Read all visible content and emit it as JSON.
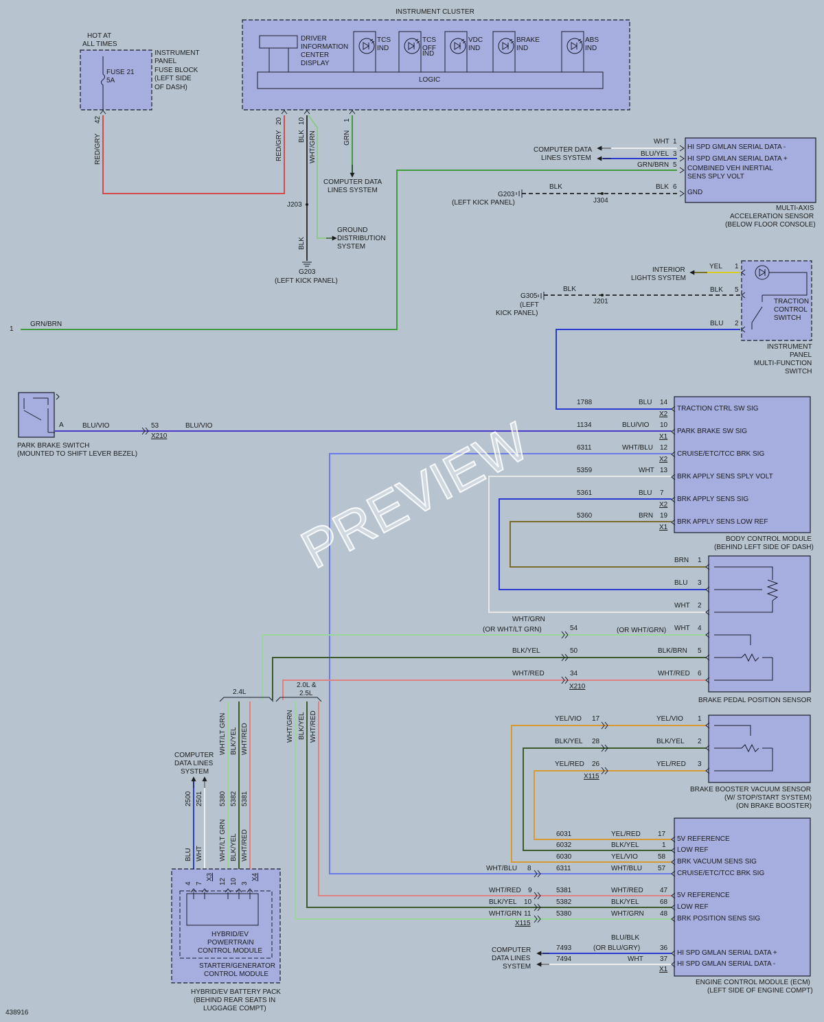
{
  "figure_id": "438916",
  "watermark": "PREVIEW",
  "colors": {
    "background": "#b7c4cf",
    "component_fill": "#a6aee0",
    "red_gry": "#d24a4a",
    "green": "#3f9a3a",
    "blue": "#2a3ad0",
    "blu_vio": "#4a3acc",
    "yellow": "#d8cc22",
    "brown": "#7a6a2a",
    "orange": "#d89a30",
    "white": "#f4f4f4",
    "black": "#2a2a2a",
    "light_green": "#8ec88a",
    "pink": "#e08080"
  },
  "fuse_block": {
    "hot_line1": "HOT AT",
    "hot_line2": "ALL TIMES",
    "fuse_label": "FUSE 21",
    "fuse_amp": "5A",
    "name_lines": [
      "INSTRUMENT",
      "PANEL",
      "FUSE BLOCK",
      "(LEFT SIDE",
      "OF DASH)"
    ],
    "pin": "42",
    "wire": "RED/GRY"
  },
  "instrument_cluster": {
    "title": "INSTRUMENT CLUSTER",
    "dic_lines": [
      "DRIVER",
      "INFORMATION",
      "CENTER",
      "DISPLAY"
    ],
    "indicators": [
      {
        "l1": "TCS",
        "l2": "IND",
        "l3": ""
      },
      {
        "l1": "TCS",
        "l2": "OFF",
        "l3": "IND"
      },
      {
        "l1": "VDC",
        "l2": "IND",
        "l3": ""
      },
      {
        "l1": "BRAKE",
        "l2": "IND",
        "l3": ""
      },
      {
        "l1": "ABS",
        "l2": "IND",
        "l3": ""
      }
    ],
    "logic": "LOGIC",
    "pins": [
      {
        "pin": "20",
        "wire": "RED/GRY"
      },
      {
        "pin": "10",
        "wire": "BLK",
        "wire2": "WHT/GRN"
      },
      {
        "pin": "1",
        "wire": "GRN"
      }
    ]
  },
  "cluster_refs": {
    "cdl_line1": "COMPUTER DATA",
    "cdl_line2": "LINES SYSTEM",
    "splice_j203": "J203",
    "gds_lines": [
      "GROUND",
      "DISTRIBUTION",
      "SYSTEM"
    ],
    "ground_wire": "BLK",
    "ground_name": "G203",
    "ground_loc": "(LEFT KICK PANEL)"
  },
  "mas": {
    "cdl_line1": "COMPUTER DATA",
    "cdl_line2": "LINES SYSTEM",
    "pins": [
      {
        "wire": "WHT",
        "pin": "1",
        "label": "HI SPD GMLAN SERIAL DATA -"
      },
      {
        "wire": "BLU/YEL",
        "pin": "3",
        "label": "HI SPD GMLAN SERIAL DATA +"
      },
      {
        "wire": "GRN/BRN",
        "pin": "5",
        "label": "COMBINED VEH INERTIAL"
      },
      {
        "wire": "BLK",
        "pin": "6",
        "label": "GND"
      }
    ],
    "label_cont": "SENS SPLY VOLT",
    "ground": "G203",
    "ground_loc": "(LEFT KICK PANEL)",
    "ground_wire": "BLK",
    "splice": "J304",
    "name_lines": [
      "MULTI-AXIS",
      "ACCELERATION SENSOR",
      "(BELOW FLOOR CONSOLE)"
    ]
  },
  "offpage": {
    "num": "1",
    "wire": "GRN/BRN"
  },
  "tcs_switch": {
    "interior_line1": "INTERIOR",
    "interior_line2": "LIGHTS SYSTEM",
    "pins": [
      {
        "wire": "YEL",
        "pin": "1"
      },
      {
        "wire": "BLK",
        "pin": "5"
      },
      {
        "wire": "BLU",
        "pin": "2"
      }
    ],
    "ground": "G305",
    "ground_loc_line1": "(LEFT",
    "ground_loc_line2": "KICK PANEL)",
    "splice": "J201",
    "switch_lines": [
      "TRACTION",
      "CONTROL",
      "SWITCH"
    ],
    "name_lines": [
      "INSTRUMENT",
      "PANEL",
      "MULTI-FUNCTION",
      "SWITCH"
    ]
  },
  "park_brake": {
    "pin": "A",
    "wire": "BLU/VIO",
    "inline": "53",
    "inline_conn": "X210",
    "wire2": "BLU/VIO",
    "name_line1": "PARK BRAKE SWITCH",
    "name_line2": "(MOUNTED TO SHIFT LEVER BEZEL)"
  },
  "bcm": {
    "rows": [
      {
        "circuit": "1788",
        "wire": "BLU",
        "pin": "14",
        "conn": "X2",
        "label": "TRACTION CTRL SW SIG"
      },
      {
        "circuit": "1134",
        "wire": "BLU/VIO",
        "pin": "10",
        "conn": "X1",
        "label": "PARK BRAKE SW SIG"
      },
      {
        "circuit": "6311",
        "wire": "WHT/BLU",
        "pin": "12",
        "conn": "X2",
        "label": "CRUISE/ETC/TCC BRK SIG"
      },
      {
        "circuit": "5359",
        "wire": "WHT",
        "pin": "13",
        "conn": "",
        "label": "BRK APPLY SENS SPLY VOLT"
      },
      {
        "circuit": "5361",
        "wire": "BLU",
        "pin": "7",
        "conn": "X2",
        "label": "BRK APPLY SENS SIG"
      },
      {
        "circuit": "5360",
        "wire": "BRN",
        "pin": "19",
        "conn": "X1",
        "label": "BRK APPLY SENS LOW REF"
      }
    ],
    "name_line1": "BODY CONTROL MODULE",
    "name_line2": "(BEHIND LEFT SIDE OF DASH)"
  },
  "bpps": {
    "rows": [
      {
        "wire": "BRN",
        "pin": "1"
      },
      {
        "wire": "BLU",
        "pin": "3"
      },
      {
        "wire": "WHT",
        "pin": "2"
      },
      {
        "wire": "WHT",
        "wire2": "(OR WHT/GRN)",
        "pin": "4"
      },
      {
        "wire": "BLK/BRN",
        "pin": "5"
      },
      {
        "wire": "WHT/RED",
        "pin": "6"
      }
    ],
    "left": [
      {
        "wire": "WHT/GRN",
        "wire2": "(OR WHT/LT GRN)",
        "inline": "54"
      },
      {
        "wire": "BLK/YEL",
        "inline": "50"
      },
      {
        "wire": "WHT/RED",
        "inline": "34"
      }
    ],
    "inline_conn": "X210",
    "name": "BRAKE PEDAL POSITION SENSOR"
  },
  "engine_split": {
    "left": "2.4L",
    "right_line1": "2.0L &",
    "right_line2": "2.5L",
    "left_wires": [
      "WHT/LT GRN",
      "BLK/YEL",
      "WHT/RED"
    ],
    "right_wires": [
      "WHT/GRN",
      "BLK/YEL",
      "WHT/RED"
    ]
  },
  "bbvs": {
    "rows": [
      {
        "wire": "YEL/VIO",
        "inline": "17",
        "wire_r": "YEL/VIO",
        "pin": "1"
      },
      {
        "wire": "BLK/YEL",
        "inline": "28",
        "wire_r": "BLK/YEL",
        "pin": "2"
      },
      {
        "wire": "YEL/RED",
        "inline": "26",
        "wire_r": "YEL/RED",
        "pin": "3"
      }
    ],
    "inline_conn": "X115",
    "name_lines": [
      "BRAKE BOOSTER VACUUM SENSOR",
      "(W/ STOP/START SYSTEM)",
      "(ON BRAKE BOOSTER)"
    ]
  },
  "ecm": {
    "rows_top": [
      {
        "circuit": "6031",
        "wire": "YEL/RED",
        "pin": "17",
        "label": "5V REFERENCE"
      },
      {
        "circuit": "6032",
        "wire": "BLK/YEL",
        "pin": "1",
        "label": "LOW REF"
      },
      {
        "circuit": "6030",
        "wire": "YEL/VIO",
        "pin": "58",
        "label": "BRK VACUUM SENS SIG"
      },
      {
        "circuit": "6311",
        "wire": "WHT/BLU",
        "pin": "57",
        "label": "CRUISE/ETC/TCC BRK SIG",
        "wire_l": "WHT/BLU",
        "inline": "8"
      }
    ],
    "rows_mid": [
      {
        "wire_l": "WHT/RED",
        "inline": "9",
        "circuit": "5381",
        "wire": "WHT/RED",
        "pin": "47",
        "label": "5V REFERENCE"
      },
      {
        "wire_l": "BLK/YEL",
        "inline": "10",
        "circuit": "5382",
        "wire": "BLK/YEL",
        "pin": "68",
        "label": "LOW REF"
      },
      {
        "wire_l": "WHT/GRN",
        "inline": "11",
        "circuit": "5380",
        "wire": "WHT/GRN",
        "pin": "48",
        "label": "BRK POSITION SENS SIG"
      }
    ],
    "mid_conn": "X115",
    "rows_bot": [
      {
        "circuit": "7493",
        "wire": "BLU/BLK",
        "wire2": "(OR BLU/GRY)",
        "pin": "36",
        "label": "HI SPD GMLAN SERIAL DATA +"
      },
      {
        "circuit": "7494",
        "wire": "WHT",
        "pin": "37",
        "label": "HI SPD GMLAN SERIAL DATA -"
      }
    ],
    "bot_conn": "X1",
    "cdl_lines": [
      "COMPUTER",
      "DATA LINES",
      "SYSTEM"
    ],
    "name_line1": "ENGINE CONTROL MODULE (ECM)",
    "name_line2": "(LEFT SIDE OF ENGINE COMPT)"
  },
  "hpcm": {
    "cdl_lines": [
      "COMPUTER",
      "DATA LINES",
      "SYSTEM"
    ],
    "wires": [
      {
        "circuit": "2500",
        "wire": "BLU",
        "pin": "4"
      },
      {
        "circuit": "2501",
        "wire": "WHT",
        "pin": "7"
      },
      {
        "circuit": "5380",
        "wire": "WHT/LT GRN",
        "pin": "12"
      },
      {
        "circuit": "5382",
        "wire": "BLK/YEL",
        "pin": "10"
      },
      {
        "circuit": "5381",
        "wire": "WHT/RED",
        "pin": "3"
      }
    ],
    "conn_a": "X3",
    "conn_b": "X4",
    "inner_lines": [
      "HYBRID/EV",
      "POWERTRAIN",
      "CONTROL MODULE"
    ],
    "sg_lines": [
      "STARTER/GENERATOR",
      "CONTROL MODULE"
    ],
    "name_lines": [
      "HYBRID/EV BATTERY PACK",
      "(BEHIND REAR SEATS IN",
      "LUGGAGE COMPT)"
    ]
  }
}
